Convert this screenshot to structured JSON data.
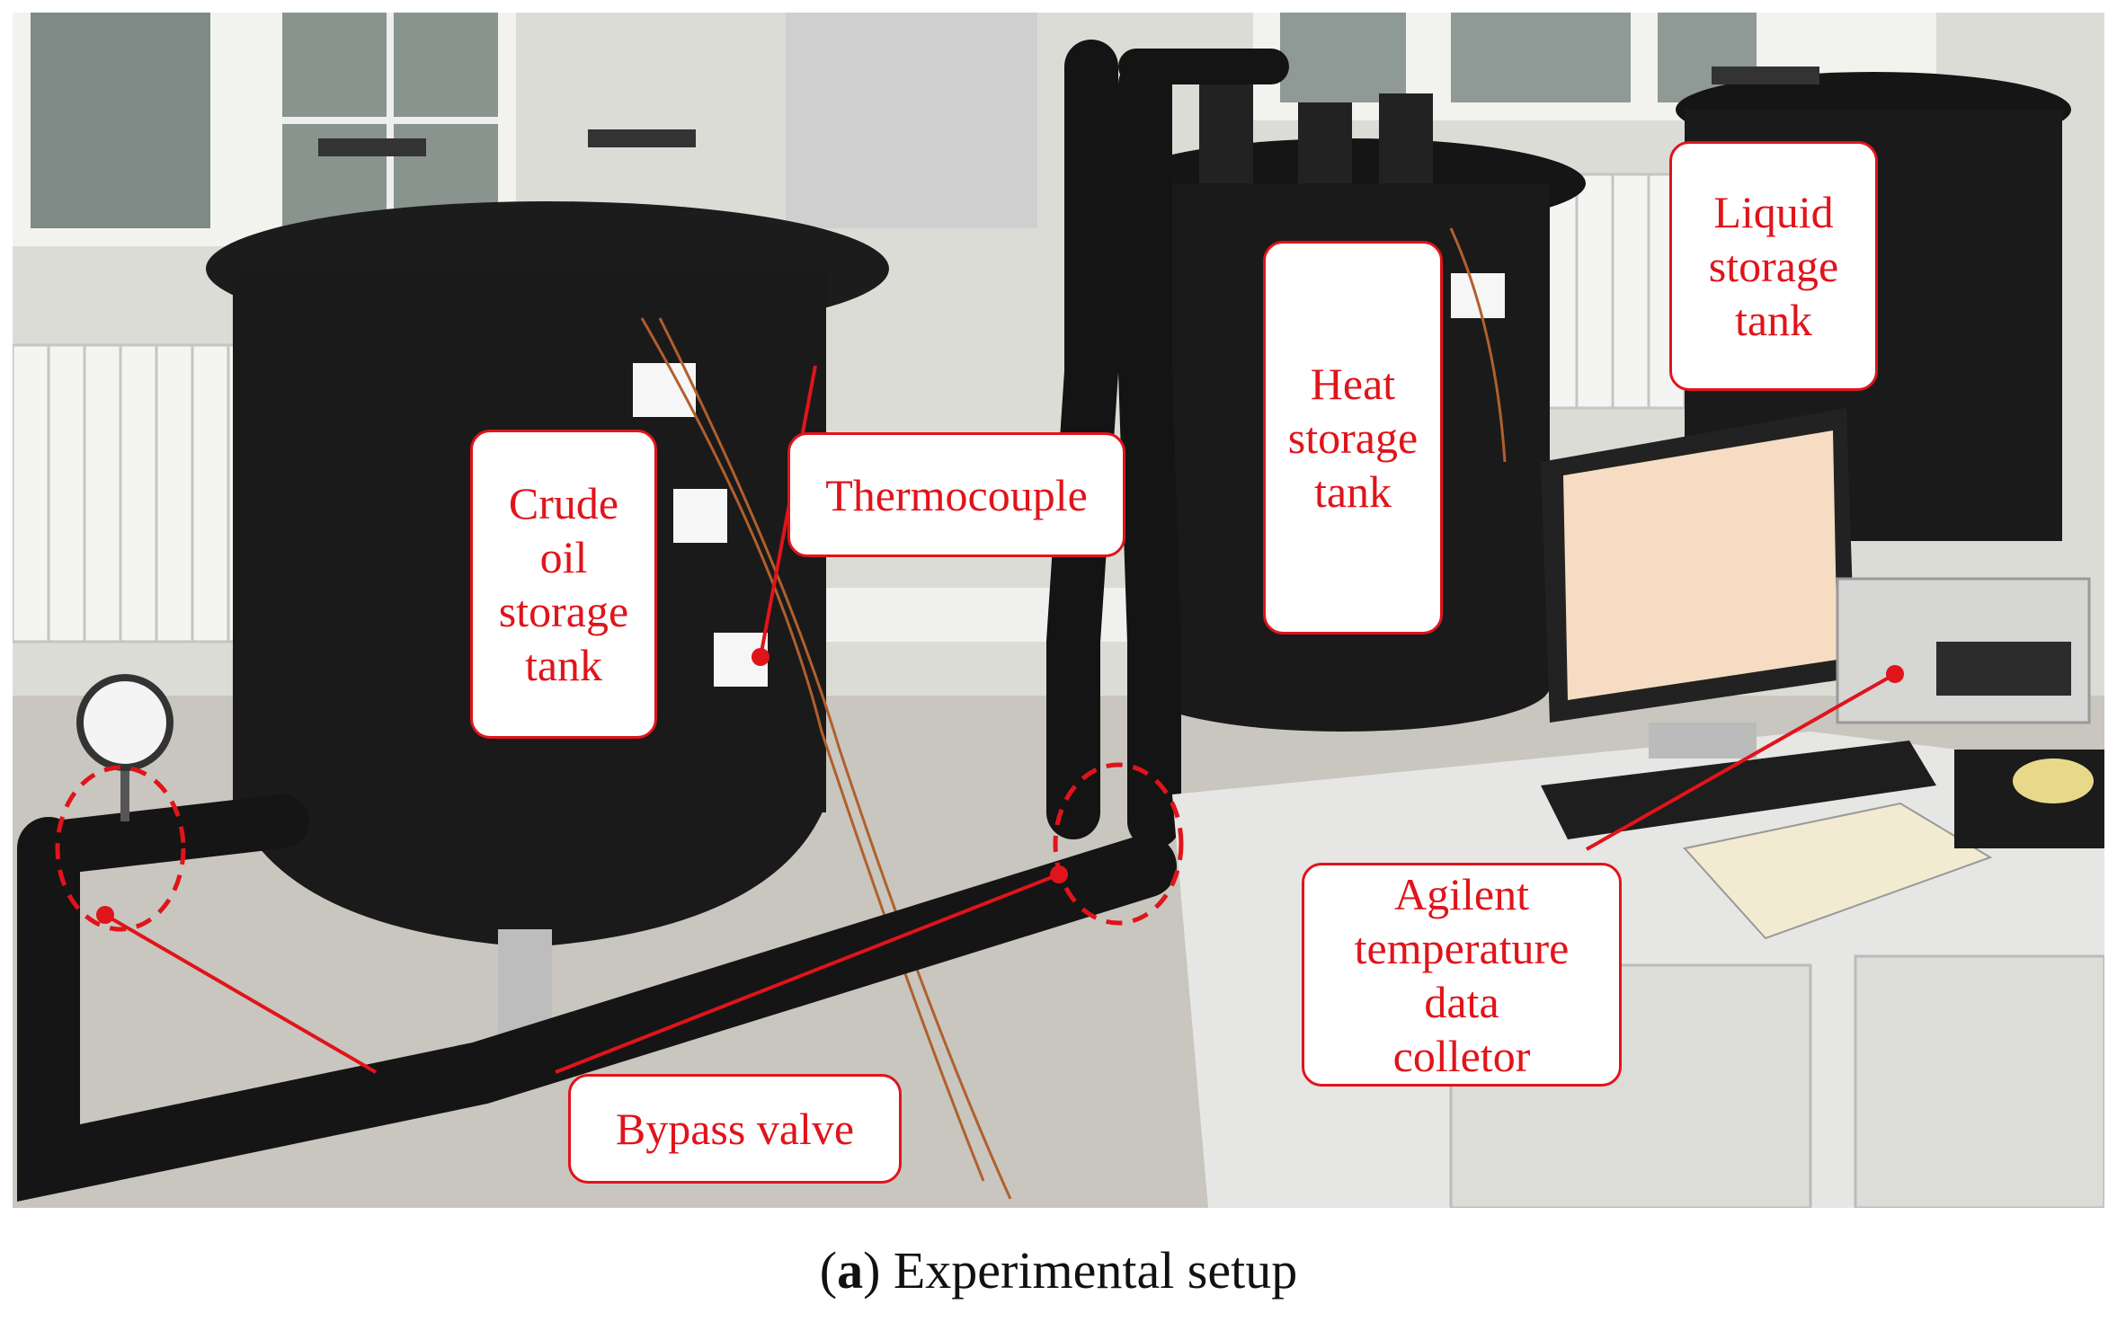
{
  "labels": {
    "crude_oil_tank": "Crude\noil\nstorage\ntank",
    "thermocouple": "Thermocouple",
    "heat_storage_tank": "Heat\nstorage\ntank",
    "liquid_storage_tank": "Liquid\nstorage\ntank",
    "agilent_collector": "Agilent\ntemperature\ndata\ncolletor",
    "bypass_valve": "Bypass valve"
  },
  "caption": {
    "open": "(",
    "letter": "a",
    "rest": ") Experimental setup"
  },
  "colors": {
    "annotation": "#e0141b",
    "tank": "#1a1a1a",
    "wall": "#dcdcd6",
    "floor": "#c9c6bf",
    "desk": "#e6e6e4"
  }
}
